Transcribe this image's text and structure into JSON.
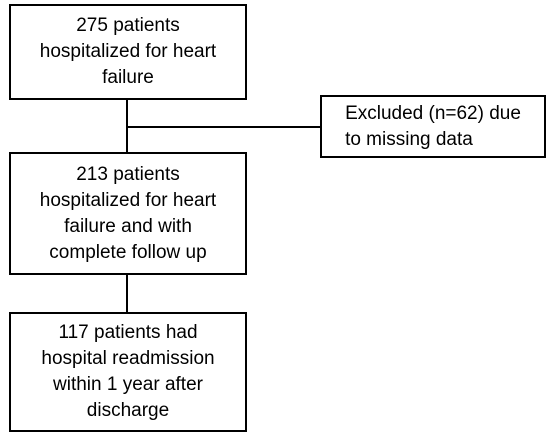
{
  "flowchart": {
    "boxes": {
      "initial": "275 patients\nhospitalized for heart\nfailure",
      "exclusion": "Excluded (n=62) due\nto missing data",
      "complete_follow_up": "213 patients\nhospitalized for heart\nfailure and with\ncomplete follow up",
      "readmission": "117 patients had\nhospital readmission\nwithin 1 year after\ndischarge"
    }
  },
  "colors": {
    "line": "#000000",
    "background": "#ffffff"
  }
}
